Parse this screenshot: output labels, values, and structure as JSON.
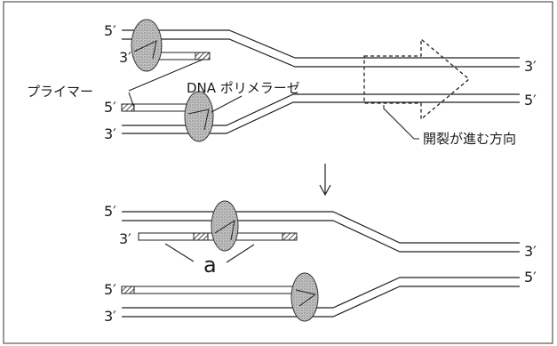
{
  "diagram": {
    "top_panel": {
      "labels": {
        "five_prime_top_left": "5′",
        "three_prime_primer_left": "3′",
        "five_prime_lower_left": "5′",
        "three_prime_bottom_left": "3′",
        "three_prime_right": "3′",
        "five_prime_right": "5′"
      },
      "primer_label": "プライマー",
      "polymerase_label": "DNA ポリメラーゼ",
      "direction_label": "開裂が進む方向"
    },
    "bottom_panel": {
      "labels": {
        "five_prime_top_left": "5′",
        "three_prime_left": "3′",
        "three_prime_right": "3′",
        "five_prime_lower_left": "5′",
        "three_prime_bottom_left": "3′",
        "five_prime_right": "5′"
      },
      "fragment_label": "a"
    },
    "colors": {
      "line": "#222222",
      "background": "#ffffff"
    }
  }
}
